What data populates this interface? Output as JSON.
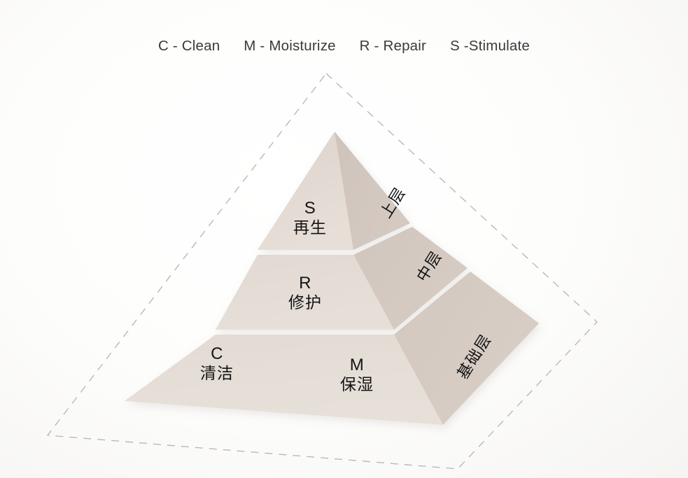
{
  "legend": {
    "items": [
      {
        "text": "C - Clean"
      },
      {
        "text": "M - Moisturize"
      },
      {
        "text": "R - Repair"
      },
      {
        "text": "S -Stimulate"
      }
    ]
  },
  "pyramid": {
    "tiers": [
      {
        "level": "top",
        "front_labels": [
          {
            "letter": "S",
            "cn": "再生"
          }
        ],
        "side_label": "上层"
      },
      {
        "level": "middle",
        "front_labels": [
          {
            "letter": "R",
            "cn": "修护"
          }
        ],
        "side_label": "中层"
      },
      {
        "level": "base",
        "front_labels": [
          {
            "letter": "C",
            "cn": "清洁"
          },
          {
            "letter": "M",
            "cn": "保湿"
          }
        ],
        "side_label": "基础层"
      }
    ]
  },
  "colors": {
    "front_face": "#e4dcd5",
    "side_face": "#d2c7bf",
    "front_face_base": "#e2dad2",
    "side_face_base": "#d4c9c1",
    "gap": "#ffffff",
    "dashed_outline": "#b9b9b9",
    "text": "#141414",
    "legend_text": "#3a3a3a",
    "background": "#fdfdfc"
  }
}
